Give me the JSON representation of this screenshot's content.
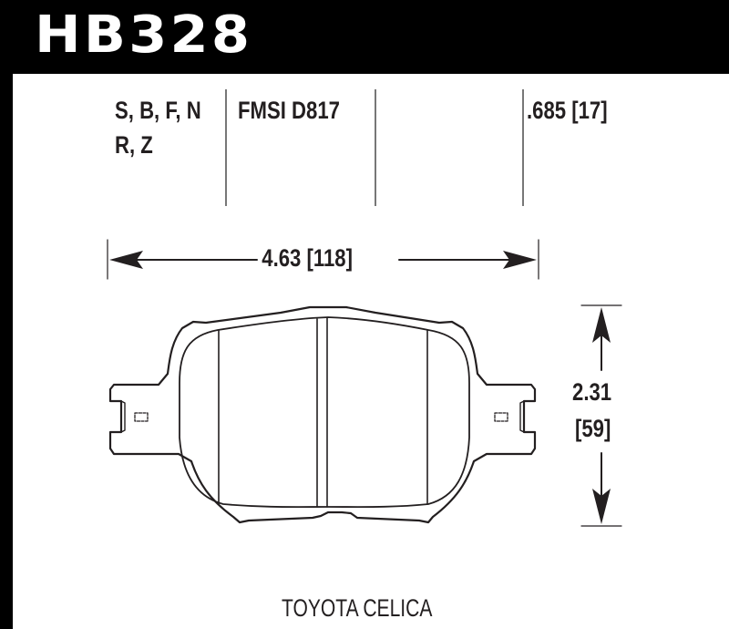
{
  "header": {
    "part_number": "HB328"
  },
  "specs": {
    "compounds_line1": "S, B, F, N",
    "compounds_line2": "R, Z",
    "fmsi": "FMSI D817",
    "thickness": ".685 [17]"
  },
  "dimensions": {
    "width": "4.63 [118]",
    "height_in": "2.31",
    "height_mm": "[59]"
  },
  "application": {
    "vehicle": "TOYOTA CELICA"
  },
  "colors": {
    "frame": "#000000",
    "ink": "#231f20",
    "divider": "#777777",
    "background": "#ffffff"
  }
}
